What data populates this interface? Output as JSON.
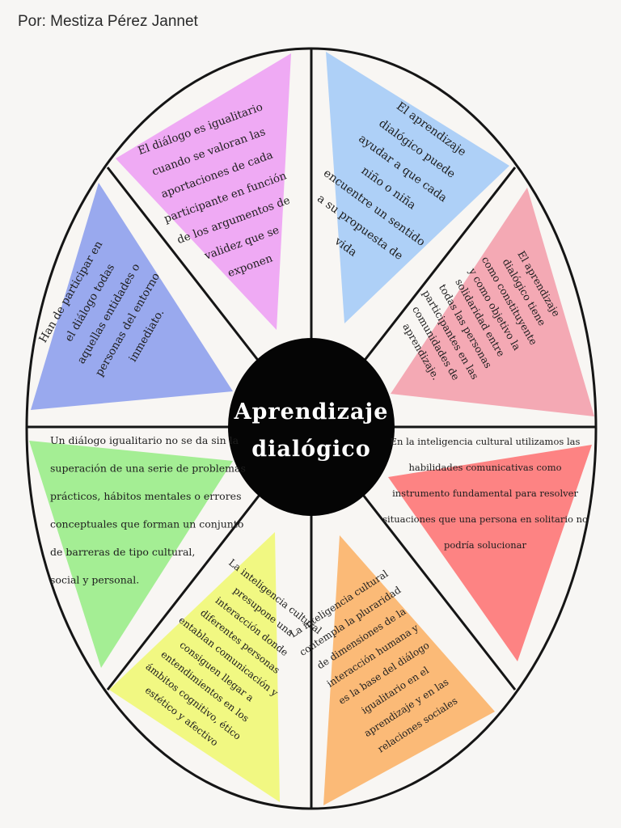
{
  "author": "Por: Mestiza Pérez Jannet",
  "center": {
    "line1": "Aprendizaje",
    "line2": "dialógico"
  },
  "colors": {
    "pink": "#efaaf4",
    "blue": "#aed0f7",
    "rose": "#f4a9b4",
    "indigo": "#99a9ee",
    "green": "#a4ee94",
    "red": "#fd8383",
    "yellow": "#f1f882",
    "orange": "#fbba77",
    "center": "#050505",
    "lines": "#151515"
  },
  "segments": [
    {
      "id": "pink",
      "lines": [
        "El diálogo es igualitario",
        "cuando se valoran las",
        "aportaciones de cada",
        "participante en función",
        "de los argumentos de",
        "validez que se",
        "exponen"
      ]
    },
    {
      "id": "blue",
      "lines": [
        "El aprendizaje",
        "dialógico puede",
        "ayudar a que cada",
        "niño o niña",
        "encuentre un sentido",
        "a su propuesta de",
        "vida"
      ]
    },
    {
      "id": "rose",
      "lines": [
        "El aprendizaje",
        "dialógico tiene",
        "como constituyente",
        "y como objetivo la",
        "solidaridad entre",
        "todas las personas",
        "participantes en las",
        "comunidades de",
        "aprendizaje."
      ]
    },
    {
      "id": "indigo",
      "lines": [
        "Han de participar en",
        "el diálogo todas",
        "aquellas entidades o",
        "personas del entorno",
        "inmediato."
      ]
    },
    {
      "id": "green",
      "lines": [
        "Un diálogo igualitario no se da sin la",
        "superación de una serie de problemas",
        "prácticos, hábitos mentales o errores",
        "conceptuales que forman un conjunto",
        "de barreras de tipo cultural,",
        "social y personal."
      ]
    },
    {
      "id": "red",
      "lines": [
        "En la inteligencia cultural utilizamos las",
        "habilidades comunicativas como",
        "instrumento fundamental para resolver",
        "situaciones que una persona en solitario no",
        "podría solucionar"
      ]
    },
    {
      "id": "yellow",
      "lines": [
        "La inteligencia cultural",
        "presupone una",
        "interacción donde",
        "diferentes personas",
        "entablan comunicación y",
        "consiguen llegar a",
        "entendimientos en los",
        "ámbitos cognitivo, ético",
        "estético y afectivo"
      ]
    },
    {
      "id": "orange",
      "lines": [
        "La inteligencia cultural",
        "contempla la pluraridad",
        "de dimensiones de la",
        "interacción humana y",
        "es la base del diálogo",
        "igualitario en el",
        "aprendizaje y en las",
        "relaciones sociales"
      ]
    }
  ]
}
